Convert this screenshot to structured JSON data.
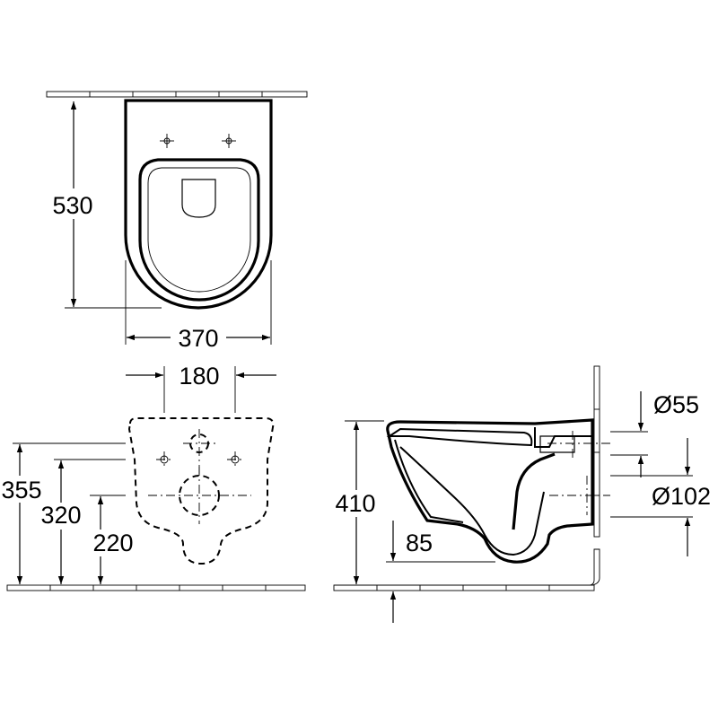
{
  "views": {
    "top": {
      "depth_label": "530",
      "width_label": "370"
    },
    "rear": {
      "bolt_spacing_label": "180",
      "height_355_label": "355",
      "height_320_label": "320",
      "height_220_label": "220"
    },
    "side": {
      "rim_height_label": "410",
      "outlet_height_label": "85",
      "inlet_diameter_label": "Ø55",
      "outlet_diameter_label": "Ø102"
    }
  }
}
